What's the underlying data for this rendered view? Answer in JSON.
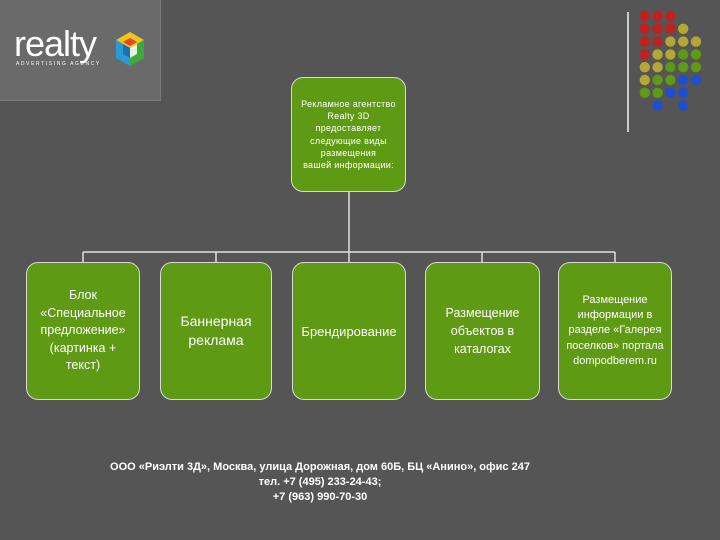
{
  "logo": {
    "word": "realty",
    "tagline": "ADVERTISING AGENCY",
    "cube_icon": "3d-cube-icon"
  },
  "root": {
    "text": "Рекламное агентство\nRealty 3D\nпредоставляет\nследующие виды\nразмещения\nвашей информации:"
  },
  "children": [
    {
      "text": "Блок\n«Специальное\nпредложение»\n(картинка +\nтекст)"
    },
    {
      "text": "Баннерная\nреклама"
    },
    {
      "text": "Брендирование"
    },
    {
      "text": "Размещение\nобъектов в\nкаталогах"
    },
    {
      "text": "Размещение\nинформации в\nразделе «Галерея\nпоселков» портала\ndompodberem.ru"
    }
  ],
  "footer": {
    "line1": "ООО «Риэлти 3Д», Москва, улица Дорожная, дом 60Б, БЦ «Анино», офис 247",
    "line2": "тел. +7 (495) 233-24-43;",
    "line3": "+7 (963) 990-70-30"
  },
  "colors": {
    "background": "#555555",
    "box_fill": "#5e9a14",
    "box_border": "#d8d8d8",
    "dot_red": "#c0201e",
    "dot_olive": "#b5a832",
    "dot_green": "#5e9a14",
    "dot_blue": "#1d4fd0"
  },
  "dot_grid": [
    [
      "",
      "red",
      "red",
      "red",
      "",
      ""
    ],
    [
      "",
      "red",
      "red",
      "red",
      "olive",
      ""
    ],
    [
      "",
      "red",
      "red",
      "olive",
      "olive",
      "olive"
    ],
    [
      "",
      "red",
      "olive",
      "olive",
      "green",
      "green"
    ],
    [
      "",
      "olive",
      "olive",
      "green",
      "green",
      "green"
    ],
    [
      "",
      "olive",
      "green",
      "green",
      "blue",
      "blue"
    ],
    [
      "",
      "green",
      "green",
      "blue",
      "blue",
      ""
    ],
    [
      "",
      "",
      "blue",
      "",
      "blue",
      ""
    ]
  ]
}
